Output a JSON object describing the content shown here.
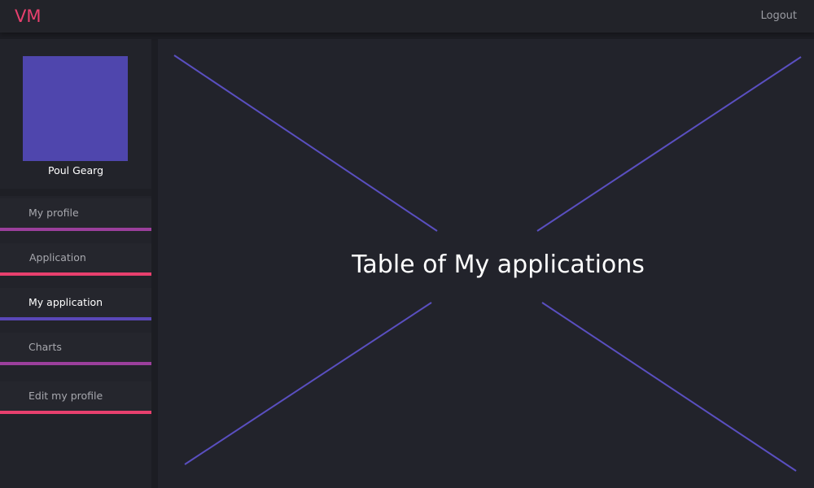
{
  "header": {
    "logo": "VM",
    "logout_label": "Logout"
  },
  "profile": {
    "name": "Poul Gearg"
  },
  "nav": {
    "items": [
      {
        "label": "My profile",
        "accent": "#9b3f9c"
      },
      {
        "label": "Application",
        "accent": "#e8406e"
      },
      {
        "label": "My application",
        "accent": "#5a47b8",
        "active": true
      },
      {
        "label": "Charts",
        "accent": "#9b3f9c"
      },
      {
        "label": "Edit my profile",
        "accent": "#e8406e"
      }
    ]
  },
  "main": {
    "placeholder_title": "Table of My applications"
  },
  "colors": {
    "brand": "#e8406e",
    "avatar": "#4f46ad",
    "placeholder_lines": "#5a4fc0",
    "background": "#22232b"
  }
}
